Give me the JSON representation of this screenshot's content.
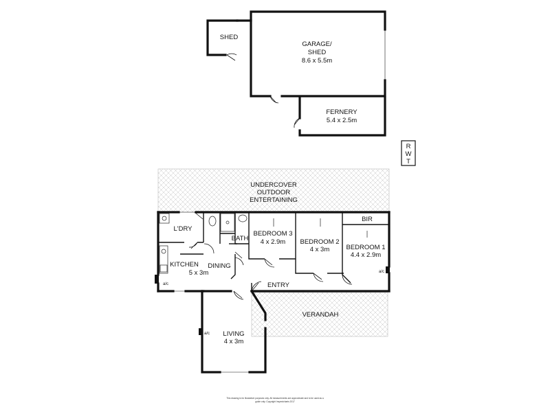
{
  "rooms": {
    "shed": {
      "name": "SHED"
    },
    "garage": {
      "name": "GARAGE/",
      "name2": "SHED",
      "size": "8.6 x 5.5m"
    },
    "fernery": {
      "name": "FERNERY",
      "size": "5.4 x 2.5m"
    },
    "rwt": {
      "l1": "R",
      "l2": "W",
      "l3": "T"
    },
    "undercover": {
      "l1": "UNDERCOVER",
      "l2": "OUTDOOR",
      "l3": "ENTERTAINING"
    },
    "laundry": {
      "name": "L'DRY"
    },
    "bath": {
      "name": "BATH"
    },
    "bedroom3": {
      "name": "BEDROOM 3",
      "size": "4 x 2.9m"
    },
    "bedroom2": {
      "name": "BEDROOM 2",
      "size": "4 x 3m"
    },
    "bedroom1": {
      "name": "BEDROOM 1",
      "size": "4.4 x 2.9m"
    },
    "bir": {
      "name": "BIR"
    },
    "kitchen": {
      "name": "KITCHEN",
      "size": "5 x 3m"
    },
    "dining": {
      "name": "DINING"
    },
    "entry": {
      "name": "ENTRY"
    },
    "verandah": {
      "name": "VERANDAH"
    },
    "living": {
      "name": "LIVING",
      "size": "4 x 3m"
    }
  },
  "ac_labels": {
    "bedroom1": "a/c",
    "kitchen": "a/c",
    "living": "a/c"
  },
  "disclaimer": {
    "line1": "This drawing is for illustrative purposes only. All measurements are approximate and to be used as a",
    "line2": "guide only. Copyright Inspectcharts 2017"
  },
  "colors": {
    "wall": "#111111",
    "hatch": "#bdbdbd",
    "background": "#ffffff"
  }
}
